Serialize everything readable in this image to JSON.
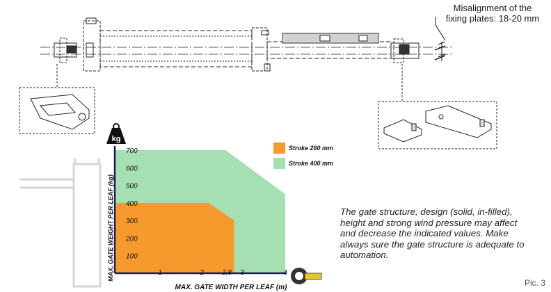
{
  "annotation": {
    "line1": "Misalignment of the",
    "line2": "fixing plates: 18-20 mm"
  },
  "chart_data": {
    "type": "area",
    "title": "",
    "xlabel": "MAX. GATE WIDTH PER LEAF (m)",
    "ylabel": "MAX. GATE WEIGHT PER LEAF (kg)",
    "xlim": [
      0,
      4
    ],
    "ylim": [
      0,
      700
    ],
    "x_ticks": [
      "1",
      "2",
      "2,8",
      "3",
      "4"
    ],
    "y_ticks": [
      "100",
      "200",
      "300",
      "400",
      "500",
      "600",
      "700"
    ],
    "unit_icon_label": "kg",
    "series": [
      {
        "name": "Stroke 400 mm",
        "color": "#a6dfb2",
        "points": [
          [
            0,
            700
          ],
          [
            2.6,
            700
          ],
          [
            4,
            450
          ],
          [
            4,
            0
          ],
          [
            0,
            0
          ]
        ]
      },
      {
        "name": "Stroke 280 mm",
        "color": "#f79a2e",
        "points": [
          [
            0,
            400
          ],
          [
            2.2,
            400
          ],
          [
            2.8,
            300
          ],
          [
            2.8,
            0
          ],
          [
            0,
            0
          ]
        ]
      }
    ]
  },
  "description": {
    "lines": [
      "The gate structure, design (solid, in-filled),",
      "height and strong wind pressure may affect",
      "and decrease the indicated values. Make",
      "always sure the gate structure is adequate to",
      "automation."
    ]
  },
  "footer": {
    "pic_label": "Pic. 3"
  },
  "colors": {
    "stroke_280": "#f79a2e",
    "stroke_400": "#a6dfb2",
    "axis": "#1b1b5e"
  }
}
